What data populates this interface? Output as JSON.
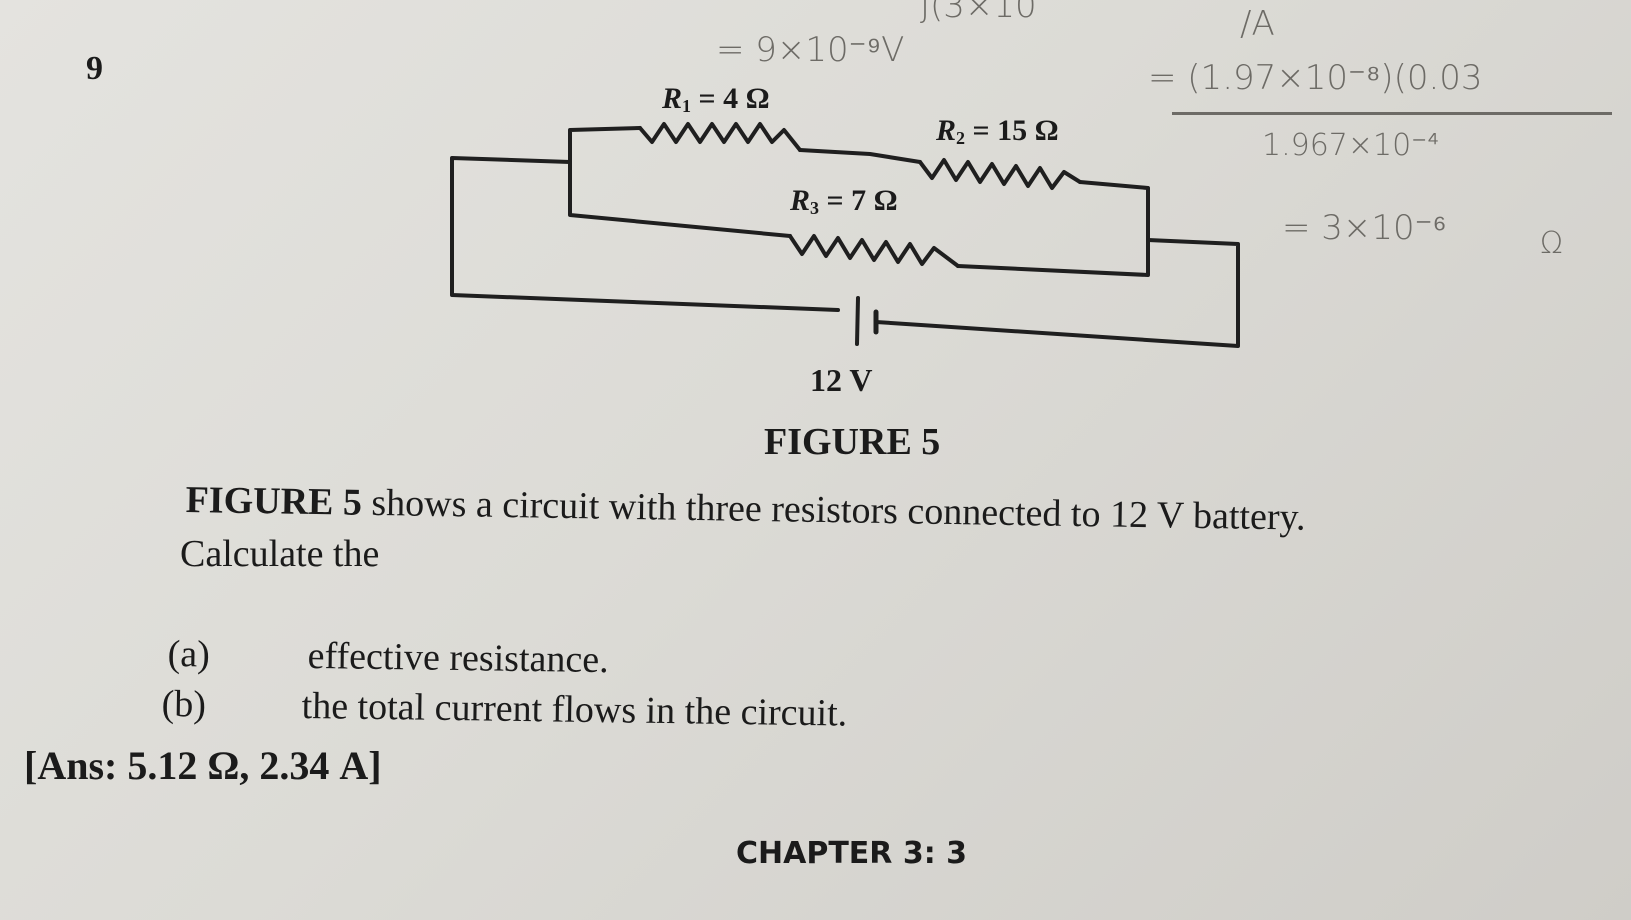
{
  "question_number": "9",
  "circuit": {
    "r1_label": {
      "sym": "R",
      "sub": "1",
      "text": "= 4 Ω"
    },
    "r2_label": {
      "sym": "R",
      "sub": "2",
      "text": "= 15 Ω"
    },
    "r3_label": {
      "sym": "R",
      "sub": "3",
      "text": "= 7 Ω"
    },
    "battery_label": "12 V"
  },
  "figure_caption": "FIGURE 5",
  "statement": {
    "figure_ref": "FIGURE 5",
    "rest": " shows a circuit with three resistors connected to 12 V battery.",
    "calc_line": "Calculate the"
  },
  "parts": [
    {
      "letter": "(a)",
      "text": "effective resistance."
    },
    {
      "letter": "(b)",
      "text": "the total current flows in the circuit."
    }
  ],
  "answer": "[Ans: 5.12 Ω, 2.34 A]",
  "footer": "CHAPTER 3: 3",
  "handwriting": {
    "top_partial": "J(3×10",
    "top_right_partial": "/A",
    "line1": "= 9×10⁻⁹V",
    "line2": "= (1.97×10⁻⁸)(0.03",
    "line3": "1.967×10⁻⁴",
    "line4": "= 3×10⁻⁶",
    "unit": "Ω"
  }
}
